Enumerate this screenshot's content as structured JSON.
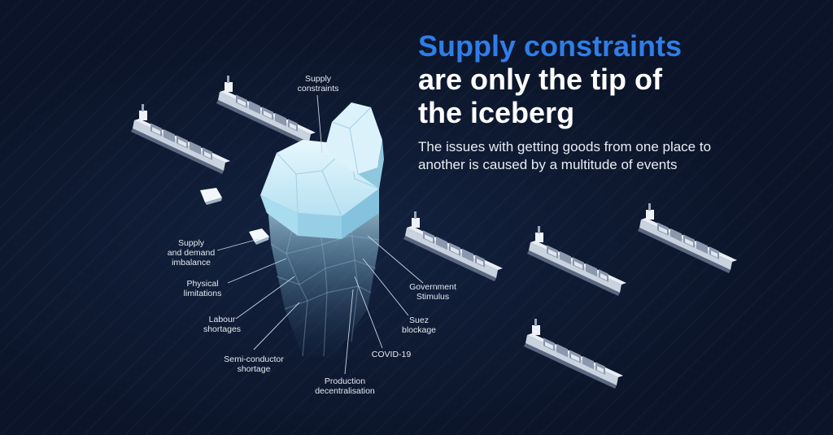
{
  "heading": {
    "accent_line": "Supply constraints",
    "rest": "are only the tip of\nthe iceberg"
  },
  "subheading": "The issues with getting goods from one place to another is caused by a multitude of events",
  "labels": {
    "tip": "Supply\nconstraints",
    "supply_demand": "Supply\nand demand\nimbalance",
    "physical": "Physical\nlimitations",
    "labour": "Labour\nshortages",
    "semiconductor": "Semi-conductor\nshortage",
    "production": "Production\ndecentralisation",
    "covid": "COVID-19",
    "suez": "Suez\nblockage",
    "stimulus": "Government\nStimulus"
  },
  "colors": {
    "background": "#0b1428",
    "accent": "#2f7de8",
    "ice_light": "#d6f0fb",
    "ice_mid": "#a9dcef",
    "ship_hull": "#c9d2df"
  }
}
